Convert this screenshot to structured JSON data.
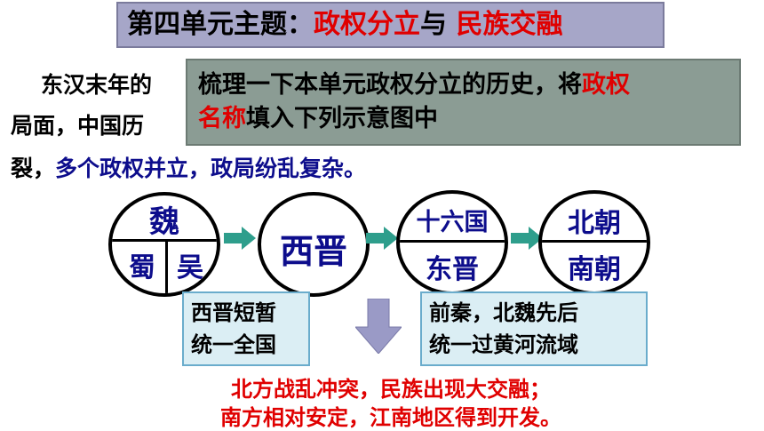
{
  "title": {
    "prefix": "第四单元主题：",
    "part1": "政权分立",
    "mid": "与 ",
    "part2": "民族交融"
  },
  "body": {
    "line1": "东汉末年的",
    "line2": "局面，中国历",
    "line3_start": "裂，",
    "line3_blue": "多个政权并立，政局纷乱复杂。"
  },
  "overlay": {
    "text1": "梳理一下本单元政权分立的历史，将",
    "red1": "政权",
    "red2": "名称",
    "text2": "填入下列示意图中"
  },
  "circles": {
    "c1": {
      "top": "魏",
      "left": "蜀",
      "right": "吴"
    },
    "c2": {
      "center": "西晋"
    },
    "c3": {
      "top": "十六国",
      "bottom": "东晋"
    },
    "c4": {
      "top": "北朝",
      "bottom": "南朝"
    }
  },
  "info_left": {
    "line1": "西晋短暂",
    "line2": "统一全国"
  },
  "info_right": {
    "line1": "前秦，北魏先后",
    "line2": "统一过黄河流域"
  },
  "bottom": {
    "line1": "北方战乱冲突，民族出现大交融；",
    "line2": "南方相对安定，江南地区得到开发。"
  },
  "colors": {
    "title_bg": "#a6a6c8",
    "overlay_bg": "#8b9c94",
    "accent_red": "#e00000",
    "circle_text_blue": "#0d0d8c",
    "arrow_teal": "#2e9e8c",
    "info_bg": "#dbeef4",
    "down_arrow": "#9a9ac6"
  }
}
